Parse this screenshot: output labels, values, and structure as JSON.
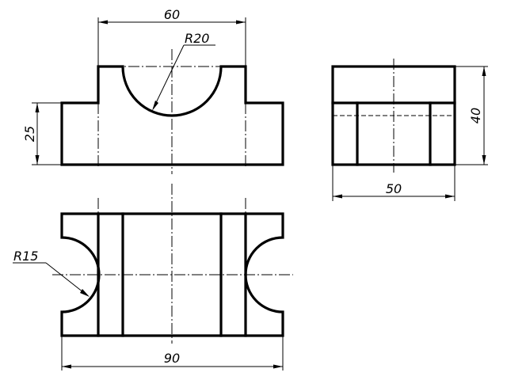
{
  "drawing": {
    "front_view": {
      "dim_top_width": "60",
      "dim_radius": "R20",
      "dim_left_height": "25"
    },
    "side_view": {
      "dim_height": "40",
      "dim_width": "50"
    },
    "top_view": {
      "dim_radius": "R15",
      "dim_total_width": "90"
    }
  },
  "colors": {
    "line": "#000000",
    "background": "#ffffff"
  }
}
